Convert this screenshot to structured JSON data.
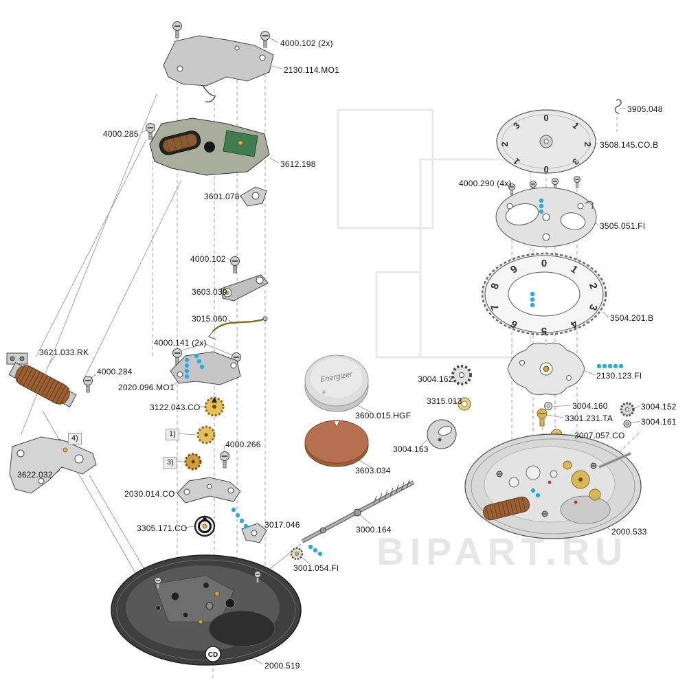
{
  "watermark": "BIPART.RU",
  "plate_mark": "CD",
  "battery": {
    "brand": "Energizer",
    "polarity": "+"
  },
  "callouts": {
    "c1": "1)",
    "c3": "3)",
    "c4": "4)"
  },
  "discs": {
    "date_driver_numbers": [
      "0",
      "1",
      "2",
      "3",
      "0",
      "1",
      "2",
      "3"
    ],
    "date_ring_numbers": [
      "0",
      "1",
      "2",
      "3",
      "4",
      "5",
      "6",
      "7",
      "8",
      "9"
    ]
  },
  "colors": {
    "accent_dots": "#29abe2",
    "coil_copper": "#9c6133",
    "battery_copper": "#b5714f",
    "gold": "#d9b656",
    "label_text": "#111111"
  },
  "parts": [
    {
      "id": "4000.102-top",
      "label": "4000.102 (2x)"
    },
    {
      "id": "2130.114.MO1",
      "label": "2130.114.MO1"
    },
    {
      "id": "4000.285",
      "label": "4000.285"
    },
    {
      "id": "3612.198",
      "label": "3612.198"
    },
    {
      "id": "3601.078",
      "label": "3601.078"
    },
    {
      "id": "4000.102-mid",
      "label": "4000.102"
    },
    {
      "id": "3603.039",
      "label": "3603.039"
    },
    {
      "id": "3015.060",
      "label": "3015.060"
    },
    {
      "id": "4000.141",
      "label": "4000.141 (2x)"
    },
    {
      "id": "2020.096.MO1",
      "label": "2020.096.MO1"
    },
    {
      "id": "3122.043.CO",
      "label": "3122.043.CO"
    },
    {
      "id": "4000.266",
      "label": "4000.266"
    },
    {
      "id": "2030.014.CO",
      "label": "2030.014.CO"
    },
    {
      "id": "3305.171.CO",
      "label": "3305.171.CO"
    },
    {
      "id": "3017.046",
      "label": "3017.046"
    },
    {
      "id": "3000.164",
      "label": "3000.164"
    },
    {
      "id": "3001.054.FI",
      "label": "3001.054.FI"
    },
    {
      "id": "2000.519",
      "label": "2000.519"
    },
    {
      "id": "3621.033.RK",
      "label": "3621.033.RK"
    },
    {
      "id": "4000.284",
      "label": "4000.284"
    },
    {
      "id": "3622.032",
      "label": "3622.032"
    },
    {
      "id": "3600.015.HGF",
      "label": "3600.015.HGF"
    },
    {
      "id": "3603.034",
      "label": "3603.034"
    },
    {
      "id": "3905.048",
      "label": "3905.048"
    },
    {
      "id": "3508.145.CO.B",
      "label": "3508.145.CO.B"
    },
    {
      "id": "4000.290",
      "label": "4000.290 (4x)"
    },
    {
      "id": "3505.051.FI",
      "label": "3505.051.FI"
    },
    {
      "id": "3504.201.B",
      "label": "3504.201.B"
    },
    {
      "id": "2130.123.FI",
      "label": "2130.123.FI"
    },
    {
      "id": "3004.162",
      "label": "3004.162"
    },
    {
      "id": "3315.013",
      "label": "3315.013"
    },
    {
      "id": "3004.160",
      "label": "3004.160"
    },
    {
      "id": "3301.231.TA",
      "label": "3301.231.TA"
    },
    {
      "id": "3007.057.CO",
      "label": "3007.057.CO"
    },
    {
      "id": "3004.152",
      "label": "3004.152"
    },
    {
      "id": "3004.161",
      "label": "3004.161"
    },
    {
      "id": "3004.163",
      "label": "3004.163"
    },
    {
      "id": "2000.533",
      "label": "2000.533"
    }
  ]
}
